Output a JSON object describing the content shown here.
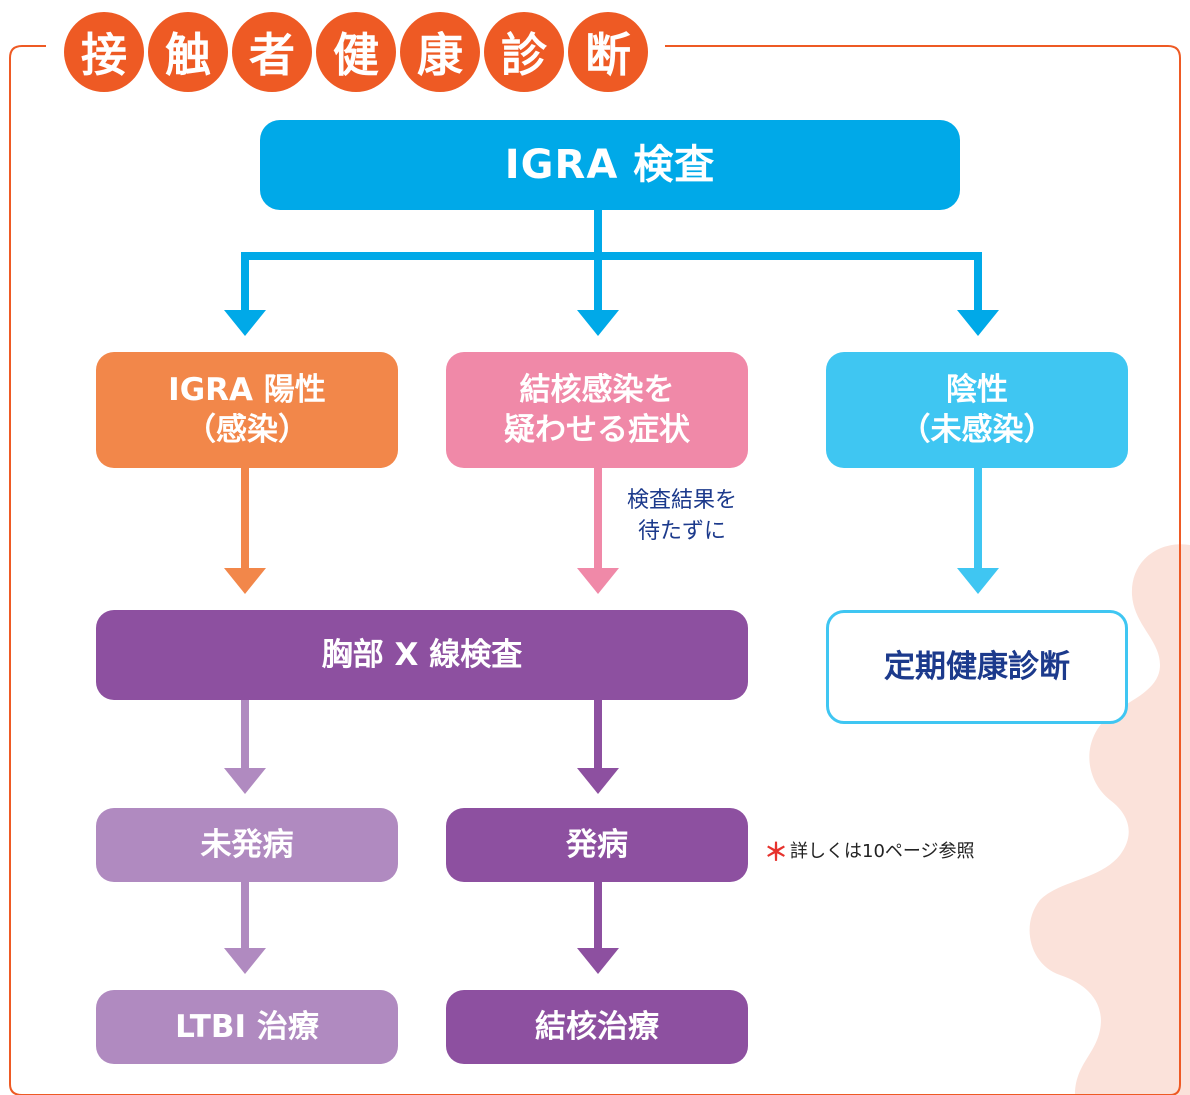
{
  "title": [
    "接",
    "触",
    "者",
    "健",
    "康",
    "診",
    "断"
  ],
  "colors": {
    "frame": "#ee5a24",
    "igra": "#00a9e8",
    "positive": "#f2874a",
    "symptoms": "#f089a8",
    "negative": "#3fc6f2",
    "purple_dark": "#8d50a0",
    "purple_light": "#b08ac0",
    "navy_text": "#1c3a8c",
    "blob": "#fbe2da",
    "footnote_star": "#e6322d"
  },
  "nodes": {
    "igra_test": "IGRA 検査",
    "igra_positive": [
      "IGRA 陽性",
      "（感染）"
    ],
    "suspected_symptoms": [
      "結核感染を",
      "疑わせる症状"
    ],
    "negative": [
      "陰性",
      "（未感染）"
    ],
    "chest_xray": "胸部 X 線検査",
    "regular_checkup": "定期健康診断",
    "not_developed": "未発病",
    "developed": "発病",
    "ltbi_treatment": "LTBI 治療",
    "tb_treatment": "結核治療"
  },
  "edge_labels": {
    "without_waiting": [
      "検査結果を",
      "待たずに"
    ]
  },
  "footnote": {
    "star": "＊",
    "text": "詳しくは10ページ参照"
  }
}
